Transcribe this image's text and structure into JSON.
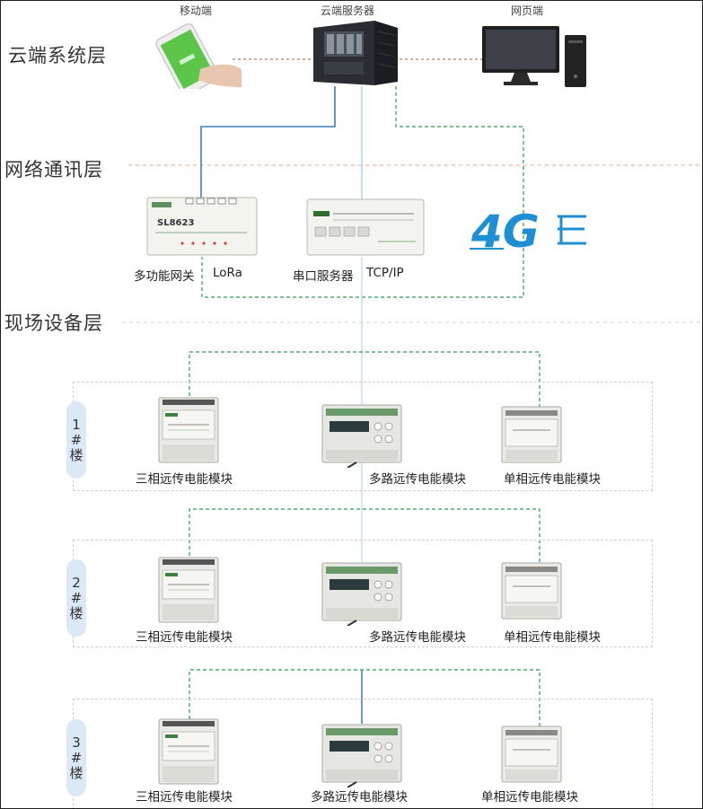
{
  "layers": {
    "cloud": "云端系统层",
    "network": "网络通讯层",
    "field": "现场设备层"
  },
  "cloud_devices": {
    "mobile": "移动端",
    "server": "云端服务器",
    "web": "网页端"
  },
  "network_devices": {
    "gateway": "多功能网关",
    "gateway_proto": "LoRa",
    "serial_server": "串口服务器",
    "serial_proto": "TCP/IP",
    "cellular": "4G"
  },
  "floors": [
    {
      "num": "1",
      "hash": "#",
      "unit": "楼",
      "devices": [
        "三相远传电能模块",
        "多路远传电能模块",
        "单相远传电能模块"
      ]
    },
    {
      "num": "2",
      "hash": "#",
      "unit": "楼",
      "devices": [
        "三相远传电能模块",
        "多路远传电能模块",
        "单相远传电能模块"
      ]
    },
    {
      "num": "3",
      "hash": "#",
      "unit": "楼",
      "devices": [
        "三相远传电能模块",
        "多路远传电能模块",
        "单相远传电能模块"
      ]
    }
  ],
  "colors": {
    "solid_link": "#3b7fbf",
    "dashed_link": "#2e9b57",
    "layer_divider": "#e8a57a",
    "accent_4g": "#1d8fd2"
  }
}
